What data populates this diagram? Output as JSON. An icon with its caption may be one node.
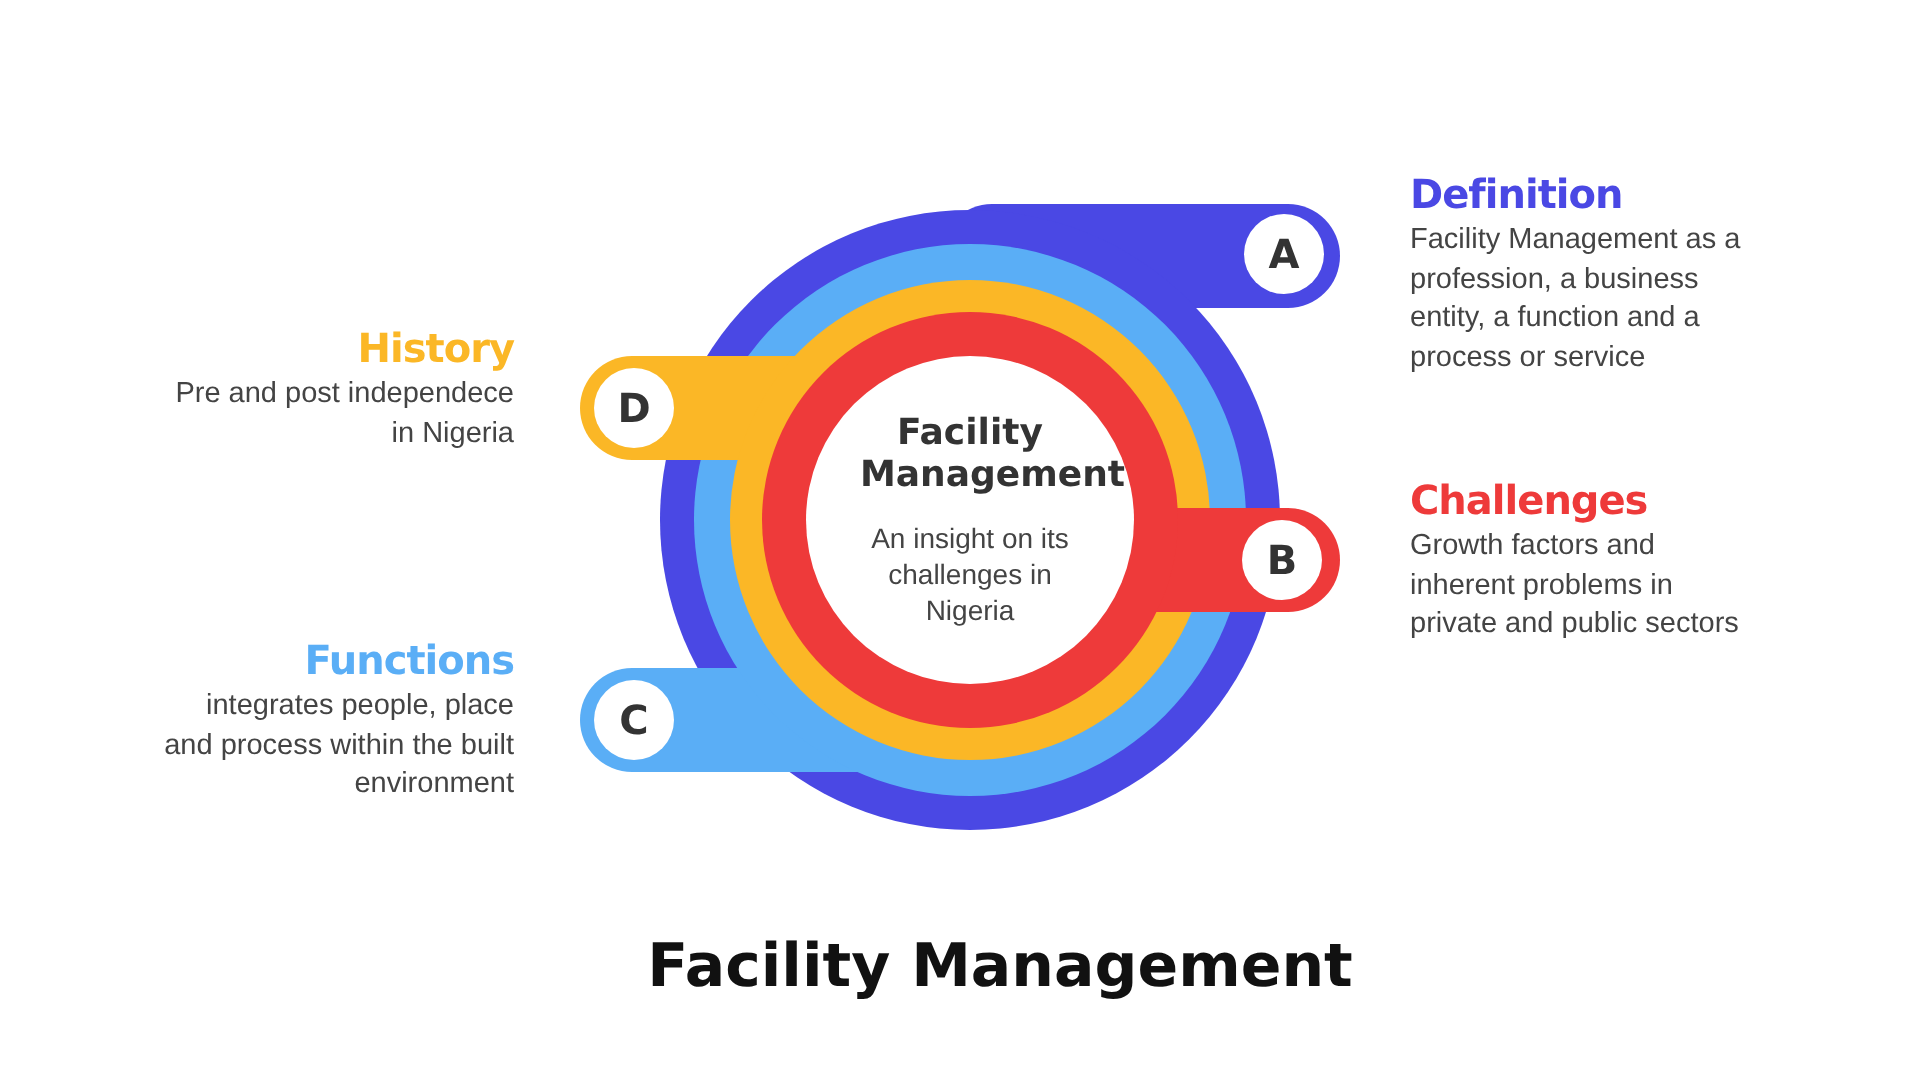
{
  "diagram": {
    "title": "Facility Management",
    "nodes": [
      {
        "text": [
          "Facility Management",
          "An insight on its challenges in Nigeria"
        ]
      },
      {
        "text": [
          "A"
        ],
        "beside": [
          "Definition",
          "Facility Management as a profession, a business entity, a function and a process or service"
        ]
      },
      {
        "text": [
          "B"
        ],
        "beside": [
          "Challenges",
          "Growth factors and inherent problems in private and public sectors"
        ]
      },
      {
        "text": [
          "C"
        ],
        "beside": [
          "Functions",
          "integrates people, place and process within the built environment"
        ]
      },
      {
        "text": [
          "D"
        ],
        "beside": [
          "History",
          "Pre and post independece in Nigeria"
        ]
      }
    ]
  }
}
